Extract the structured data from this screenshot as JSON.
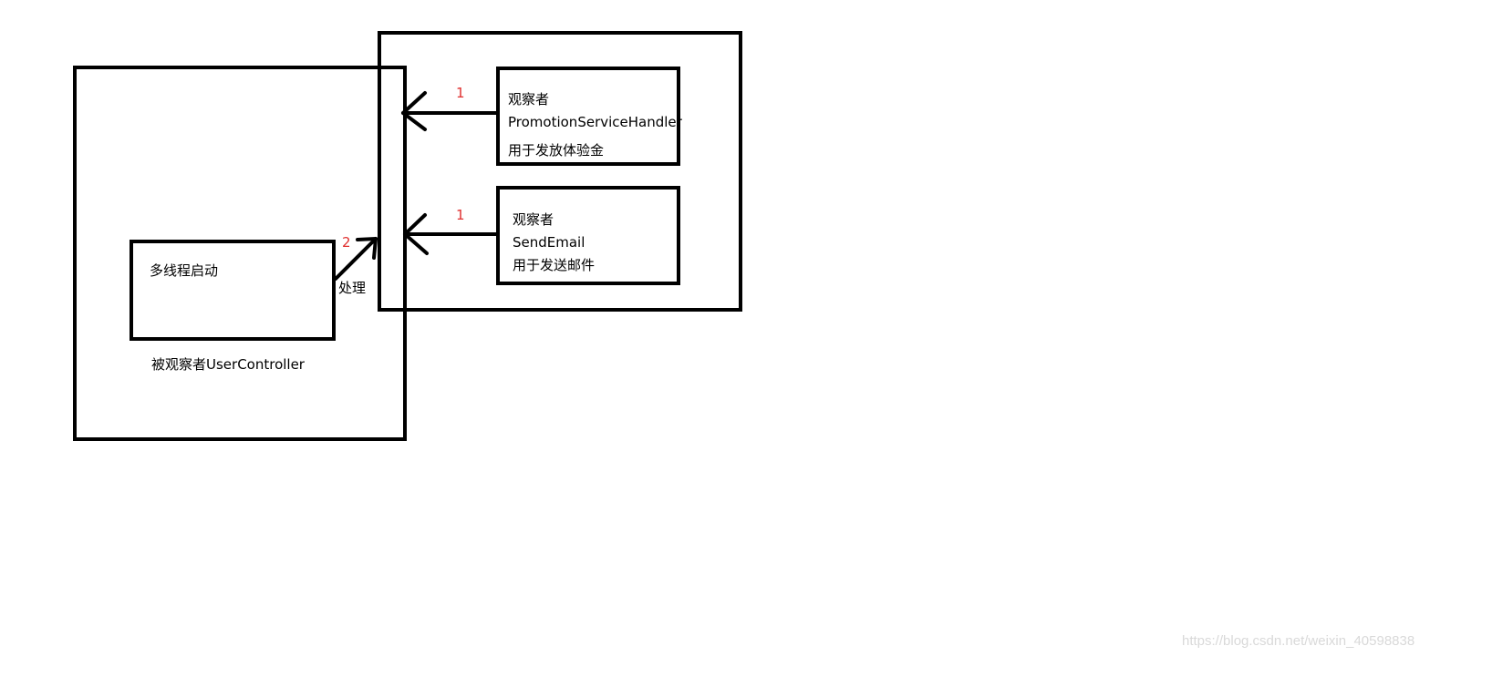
{
  "subject": {
    "label": "被观察者UserController",
    "thread_box": {
      "label": "多线程启动"
    },
    "process_label": "处理",
    "step2_label": "2"
  },
  "observers": [
    {
      "title": "观察者",
      "name": "PromotionServiceHandler",
      "desc": "用于发放体验金",
      "step_label": "1"
    },
    {
      "title": "观察者",
      "name": "SendEmail",
      "desc": "用于发送邮件",
      "step_label": "1"
    }
  ],
  "watermark": "https://blog.csdn.net/weixin_40598838",
  "colors": {
    "stroke": "#000000",
    "step_label": "#e0302f",
    "watermark": "#d9d9d9"
  }
}
